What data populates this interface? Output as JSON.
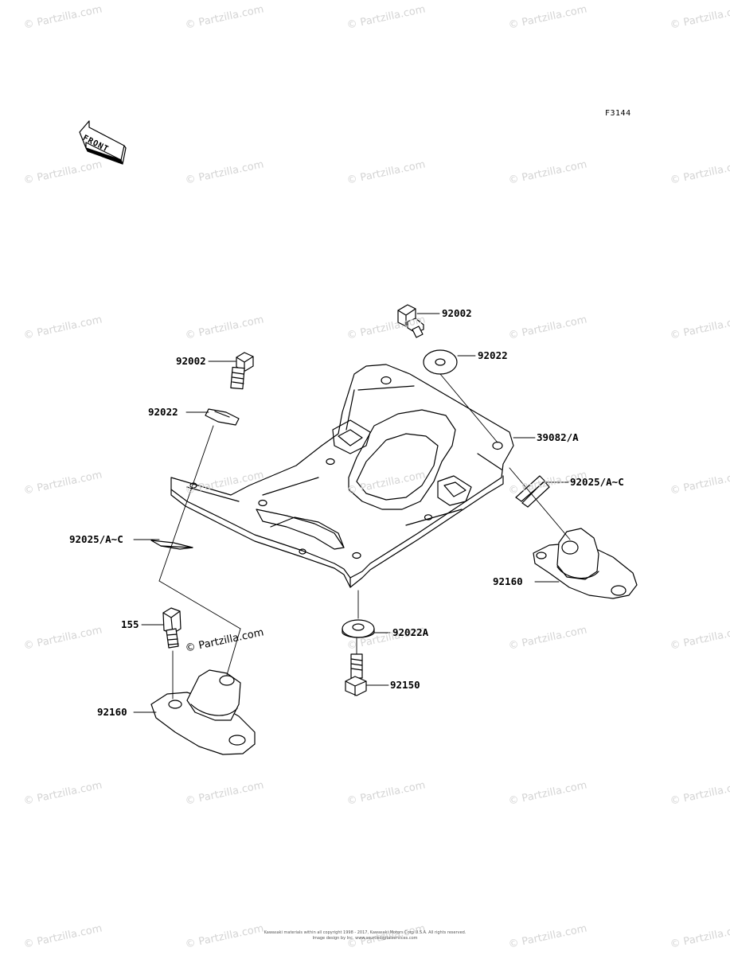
{
  "figure_id": "F3144",
  "front_label": "FRONT",
  "watermark_text": "© Partzilla.com",
  "part_labels": {
    "bolt_top": "92002",
    "washer_top": "92022",
    "bolt_left": "92002",
    "washer_left": "92022",
    "frame": "39082/A",
    "pin_right": "92025/A~C",
    "pin_left": "92025/A~C",
    "mount_right": "92160",
    "washer_center": "92022A",
    "bolt_center": "92150",
    "stud_left": "155",
    "mount_left": "92160"
  },
  "footer": {
    "line1": "Kawasaki materials within all copyright 1998 - 2017, Kawasaki Motors Corp U.S.A. All rights reserved.",
    "line2": "Image design by Inc. www.sourcedigitalservices.com"
  }
}
